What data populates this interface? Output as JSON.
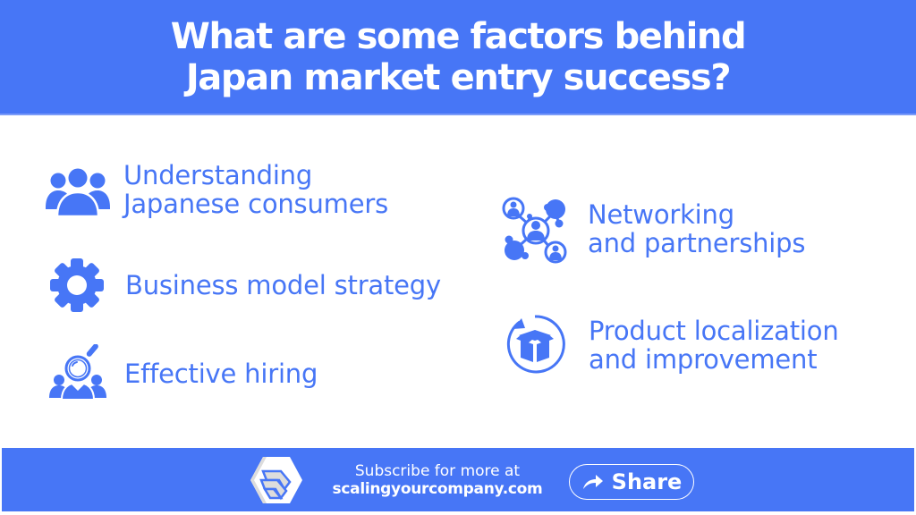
{
  "header": {
    "title_line1": "What are some factors behind",
    "title_line2": "Japan market entry success?"
  },
  "colors": {
    "brand_blue": "#4776f6",
    "background": "#ffffff",
    "footer_text": "#ffffff"
  },
  "factors": [
    {
      "icon": "people-group-icon",
      "line1": "Understanding",
      "line2": "Japanese consumers"
    },
    {
      "icon": "gear-icon",
      "line1": "Business model strategy"
    },
    {
      "icon": "hiring-search-icon",
      "line1": "Effective hiring"
    },
    {
      "icon": "network-icon",
      "line1": "Networking",
      "line2": "and partnerships"
    },
    {
      "icon": "box-refresh-icon",
      "line1": "Product localization",
      "line2": "and improvement"
    }
  ],
  "footer": {
    "logo_icon": "hexagon-logo-icon",
    "subscribe_text": "Subscribe for more at",
    "website": "scalingyourcompany.com",
    "share_label": "Share",
    "share_icon": "share-arrow-icon"
  }
}
